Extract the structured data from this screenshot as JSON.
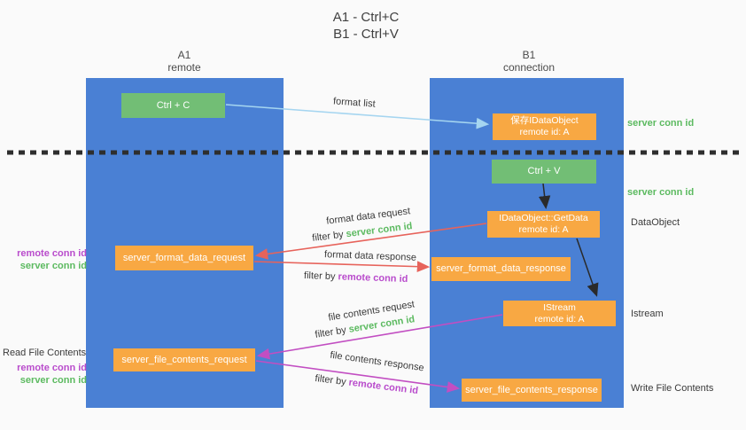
{
  "title": {
    "line1": "A1 - Ctrl+C",
    "line2": "B1 - Ctrl+V"
  },
  "columns": {
    "a": {
      "name": "A1",
      "subtitle": "remote"
    },
    "b": {
      "name": "B1",
      "subtitle": "connection"
    }
  },
  "nodes": {
    "ctrl_c": "Ctrl + C",
    "ctrl_v": "Ctrl + V",
    "save_idataobject": {
      "line1": "保存IDataObject",
      "line2": "remote id: A"
    },
    "getdata": {
      "line1": "IDataObject::GetData",
      "line2": "remote id: A"
    },
    "istream": {
      "line1": "IStream",
      "line2": "remote id: A"
    },
    "format_request": "server_format_data_request",
    "format_response": "server_format_data_response",
    "file_request": "server_file_contents_request",
    "file_response": "server_file_contents_response"
  },
  "side_labels": {
    "server_conn_id_top": "server conn id",
    "server_conn_id_mid": "server conn id",
    "dataobject": "DataObject",
    "istream": "Istream",
    "write_file_contents": "Write File Contents",
    "read_file_contents": "Read File Contents",
    "group1": {
      "remote": "remote conn id",
      "server": "server conn id"
    },
    "group2": {
      "remote": "remote conn id",
      "server": "server conn id"
    }
  },
  "arrow_labels": {
    "format_list": "format list",
    "format_data_request": "format data request",
    "format_data_response": "format data response",
    "file_contents_request": "file contents request",
    "file_contents_response": "file contents response",
    "filter_by": "filter by ",
    "filter_server_conn_id": "server conn id",
    "filter_remote_conn_id": "remote conn id"
  },
  "colors": {
    "column_blue": "#4a80d4",
    "node_green": "#72be75",
    "node_orange": "#f8a843",
    "arrow_red": "#e7635b",
    "arrow_magenta": "#c24ec2",
    "arrow_lightblue": "#a5d5f0",
    "arrow_black": "#2a2a2a",
    "text_green": "#5cba60",
    "text_purple": "#b94ccc",
    "dotted_line": "#2e2e2e"
  }
}
